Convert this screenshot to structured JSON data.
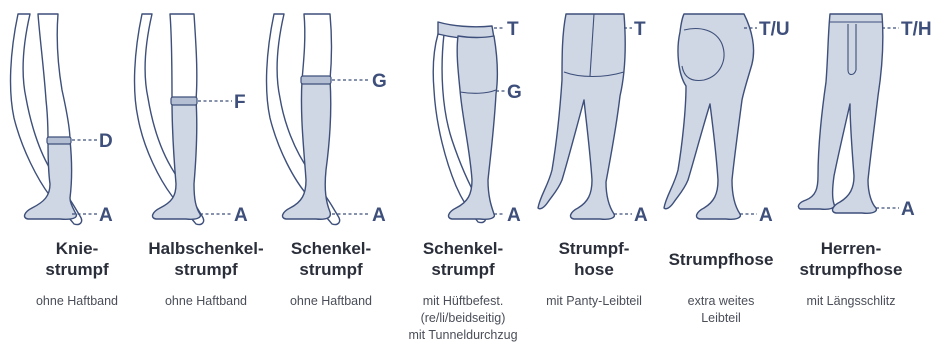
{
  "figures": [
    {
      "title": [
        "Knie-",
        "strumpf"
      ],
      "description": [
        "ohne Haftband"
      ],
      "markers": [
        "D",
        "A"
      ]
    },
    {
      "title": [
        "Halbschenkel-",
        "strumpf"
      ],
      "description": [
        "ohne Haftband"
      ],
      "markers": [
        "F",
        "A"
      ]
    },
    {
      "title": [
        "Schenkel-",
        "strumpf"
      ],
      "description": [
        "ohne Haftband"
      ],
      "markers": [
        "G",
        "A"
      ]
    },
    {
      "title": [
        "Schenkel-",
        "strumpf"
      ],
      "description": [
        "mit Hüftbefest.",
        "(re/li/beidseitig)",
        "mit Tunneldurchzug"
      ],
      "markers": [
        "T",
        "G",
        "A"
      ]
    },
    {
      "title": [
        "Strumpf-",
        "hose"
      ],
      "description": [
        "mit Panty-Leibteil"
      ],
      "markers": [
        "T",
        "A"
      ]
    },
    {
      "title": [
        "Strumpfhose"
      ],
      "description": [
        "extra weites",
        "Leibteil"
      ],
      "markers": [
        "T/U",
        "A"
      ]
    },
    {
      "title": [
        "Herren-",
        "strumpfhose"
      ],
      "description": [
        "mit Längsschlitz"
      ],
      "markers": [
        "T/H",
        "A"
      ]
    }
  ],
  "colors": {
    "outline": "#3d4f7a",
    "stocking_fill": "#cfd6e4",
    "band_fill": "#b5bfd4",
    "text": "#2b2f3a"
  }
}
